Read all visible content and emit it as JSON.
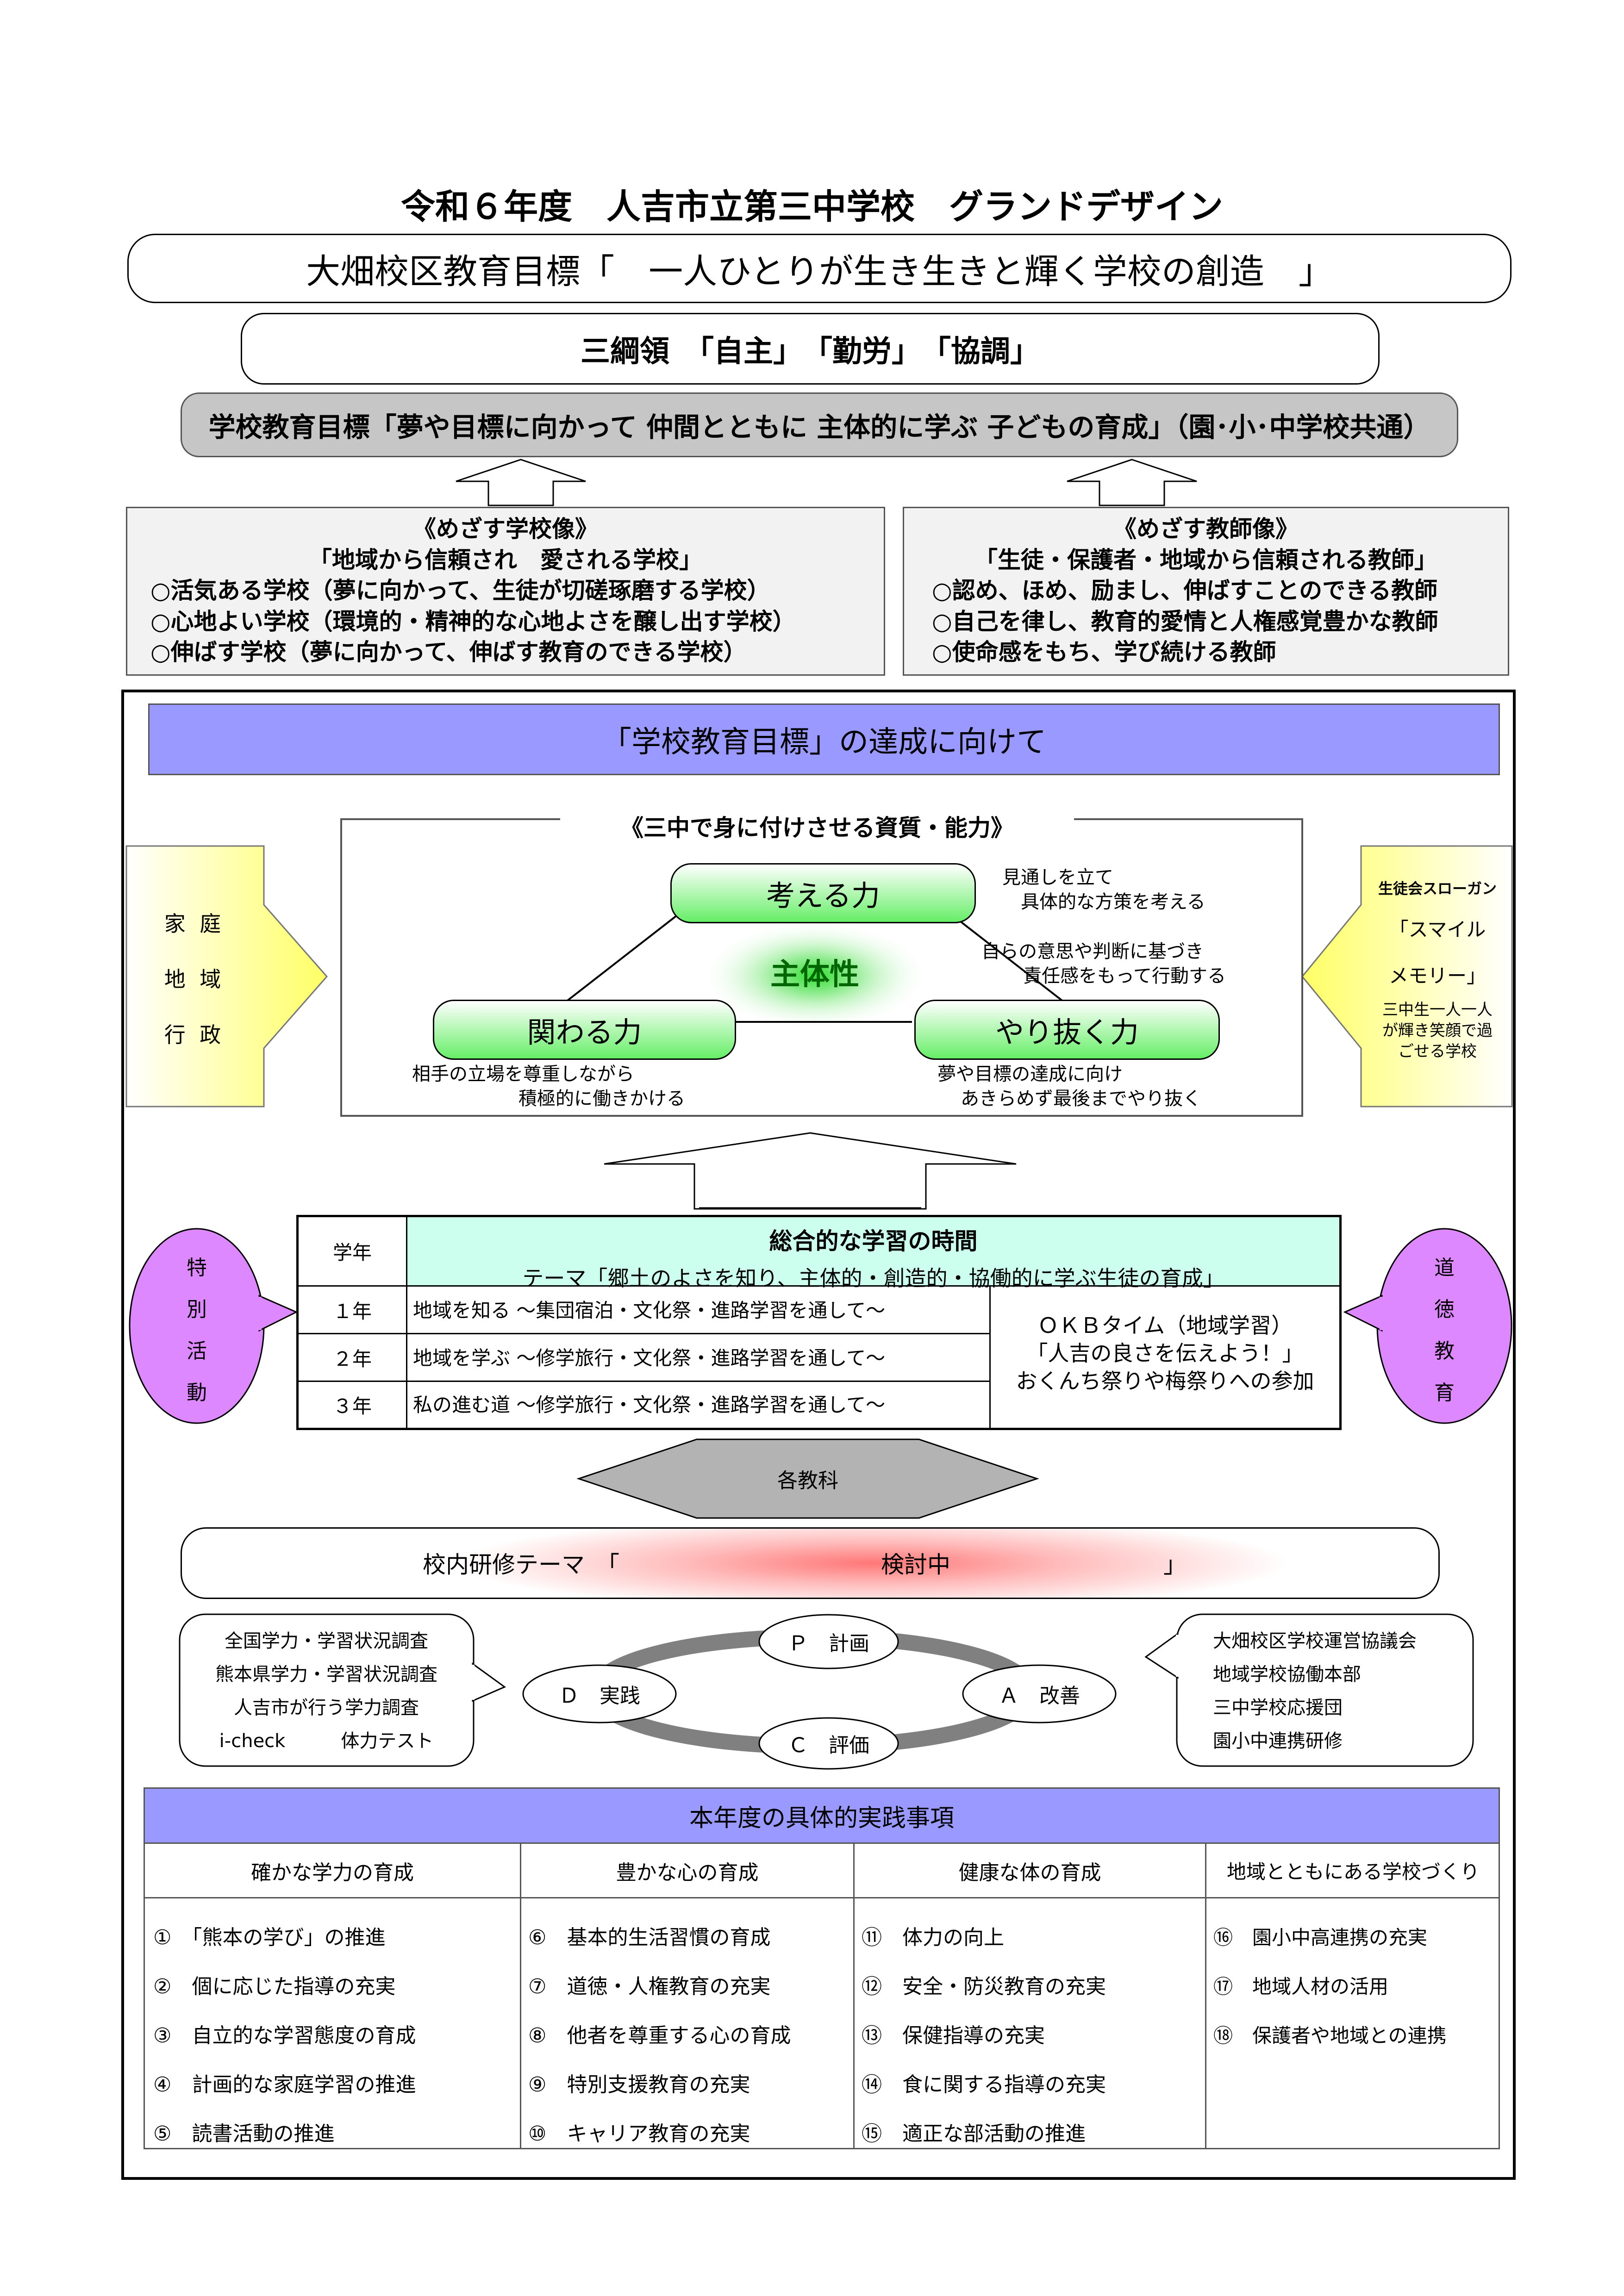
{
  "title": "令和６年度　人吉市立第三中学校　グランドデザイン",
  "district_goal": "大畑校区教育目標「　一人ひとりが生き生きと輝く学校の創造　」",
  "principles": "三綱領　「自主」　「勤労」　「協調」",
  "school_goal": "学校教育目標「夢や目標に向かって 仲間とともに 主体的に学ぶ 子どもの育成」（園･小･中学校共通）",
  "school_image": {
    "heading": "《めざす学校像》",
    "subheading": "「地域から信頼され　愛される学校」",
    "items": [
      "○活気ある学校（夢に向かって、生徒が切磋琢磨する学校）",
      "○心地よい学校（環境的・精神的な心地よさを醸し出す学校）",
      "○伸ばす学校（夢に向かって、伸ばす教育のできる学校）"
    ]
  },
  "teacher_image": {
    "heading": "《めざす教師像》",
    "subheading": "「生徒・保護者・地域から信頼される教師」",
    "items": [
      "○認め、ほめ、励まし、伸ばすことのできる教師",
      "○自己を律し、教育的愛情と人権感覚豊かな教師",
      "○使命感をもち、学び続ける教師"
    ]
  },
  "achievement_banner": "「学校教育目標」の達成に向けて",
  "side_left": [
    "家 庭",
    "地 域",
    "行 政"
  ],
  "side_right": {
    "heading": "生徒会スローガン",
    "slogan_1": "「スマイル",
    "slogan_2": "メモリー」",
    "desc_lines": [
      "三中生一人一人",
      "が輝き笑顔で過",
      "ごせる学校"
    ]
  },
  "abilities": {
    "heading": "《三中で身に付けさせる資質・能力》",
    "center": "主体性",
    "think": "考える力",
    "relate": "関わる力",
    "persist": "やり抜く力",
    "think_desc": [
      "見通しを立て",
      "具体的な方策を考える"
    ],
    "center_desc": [
      "自らの意思や判断に基づき",
      "責任感をもって行動する"
    ],
    "relate_desc": [
      "相手の立場を尊重しながら",
      "積極的に働きかける"
    ],
    "persist_desc": [
      "夢や目標の達成に向け",
      "あきらめず最後までやり抜く"
    ]
  },
  "special_activities": [
    "特",
    "別",
    "活",
    "動"
  ],
  "moral_education": [
    "道",
    "徳",
    "教",
    "育"
  ],
  "integrated_study": {
    "grade_header": "学年",
    "title": "総合的な学習の時間",
    "theme": "テーマ「郷土のよさを知り、主体的・創造的・協働的に学ぶ生徒の育成」",
    "rows": [
      {
        "grade": "１年",
        "content": "地域を知る ～集団宿泊・文化祭・進路学習を通して～"
      },
      {
        "grade": "２年",
        "content": "地域を学ぶ ～修学旅行・文化祭・進路学習を通して～"
      },
      {
        "grade": "３年",
        "content": "私の進む道 ～修学旅行・文化祭・進路学習を通して～"
      }
    ],
    "okb": [
      "ＯＫＢタイム（地域学習）",
      "「人吉の良さを伝えよう！」",
      "おくんち祭りや梅祭りへの参加"
    ]
  },
  "subjects": "各教科",
  "research_label": "校内研修テーマ　「",
  "research_value": "検討中",
  "research_close": "」",
  "surveys": [
    "全国学力・学習状況調査",
    "熊本県学力・学習状況調査",
    "人吉市が行う学力調査",
    "i-check　　　体力テスト"
  ],
  "pdca": {
    "p": "Ｐ　計画",
    "d": "Ｄ　実践",
    "a": "Ａ　改善",
    "c": "Ｃ　評価"
  },
  "community": [
    "大畑校区学校運営協議会",
    "地域学校協働本部",
    "三中学校応援団",
    "園小中連携研修"
  ],
  "practice": {
    "title": "本年度の具体的実践事項",
    "columns": [
      {
        "header": "確かな学力の育成",
        "items": [
          "①　「熊本の学び」の推進",
          "②　個に応じた指導の充実",
          "③　自立的な学習態度の育成",
          "④　計画的な家庭学習の推進",
          "⑤　読書活動の推進"
        ]
      },
      {
        "header": "豊かな心の育成",
        "items": [
          "⑥　基本的生活習慣の育成",
          "⑦　道徳・人権教育の充実",
          "⑧　他者を尊重する心の育成",
          "⑨　特別支援教育の充実",
          "⑩　キャリア教育の充実"
        ]
      },
      {
        "header": "健康な体の育成",
        "items": [
          "⑪　体力の向上",
          "⑫　安全・防災教育の充実",
          "⑬　保健指導の充実",
          "⑭　食に関する指導の充実",
          "⑮　適正な部活動の推進"
        ]
      },
      {
        "header": "地域とともにある学校づくり",
        "items": [
          "⑯　園小中高連携の充実",
          "⑰　地域人材の活用",
          "⑱　保護者や地域との連携"
        ]
      }
    ]
  }
}
